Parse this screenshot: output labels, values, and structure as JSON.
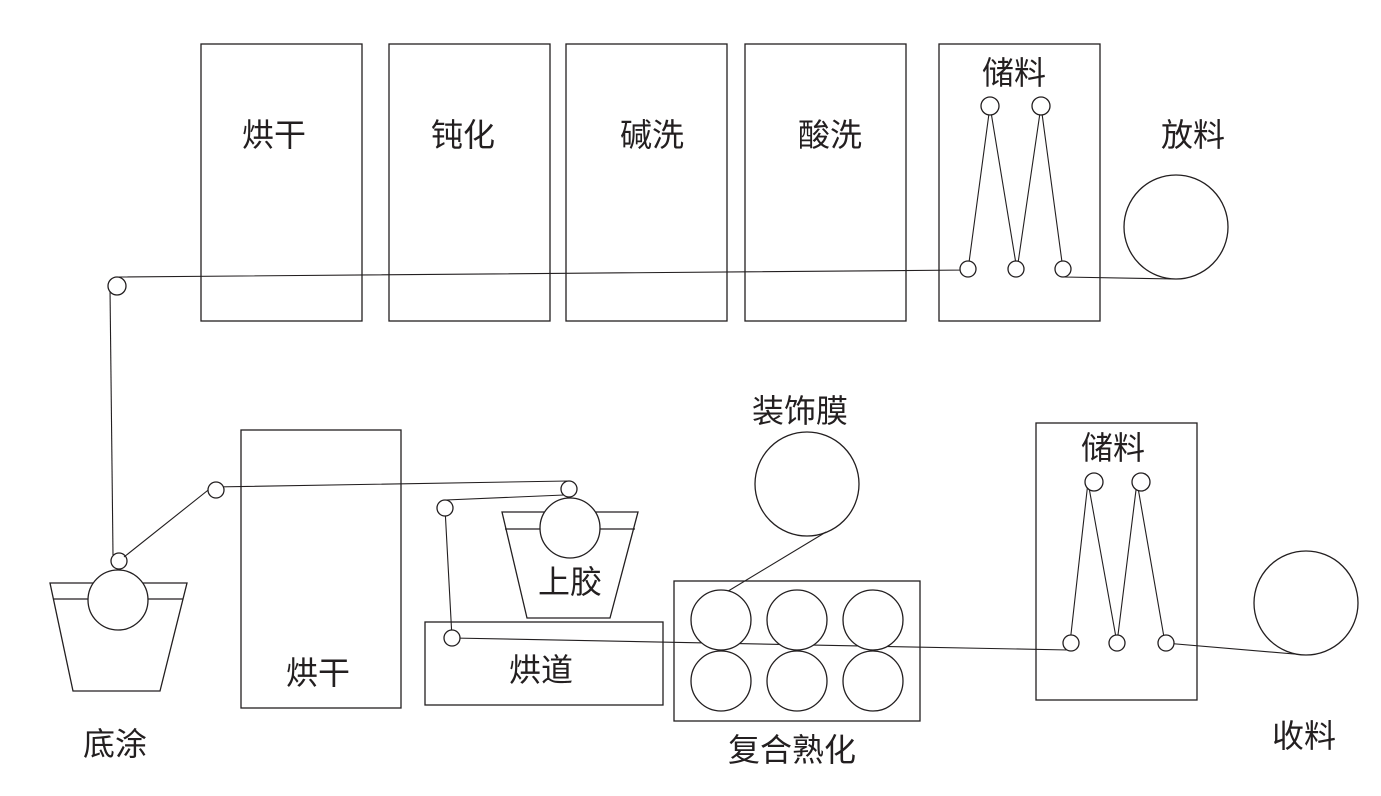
{
  "labels": {
    "dry_top": "烘干",
    "passivation": "钝化",
    "alkali_wash": "碱洗",
    "acid_wash": "酸洗",
    "storage_top": "储料",
    "unwind": "放料",
    "primer": "底涂",
    "dry_bottom": "烘干",
    "glue": "上胶",
    "oven": "烘道",
    "decor_film": "装饰膜",
    "laminate_cure": "复合熟化",
    "storage_bottom": "储料",
    "rewind": "收料"
  },
  "colors": {
    "line": "#231f20",
    "background": "#ffffff"
  }
}
